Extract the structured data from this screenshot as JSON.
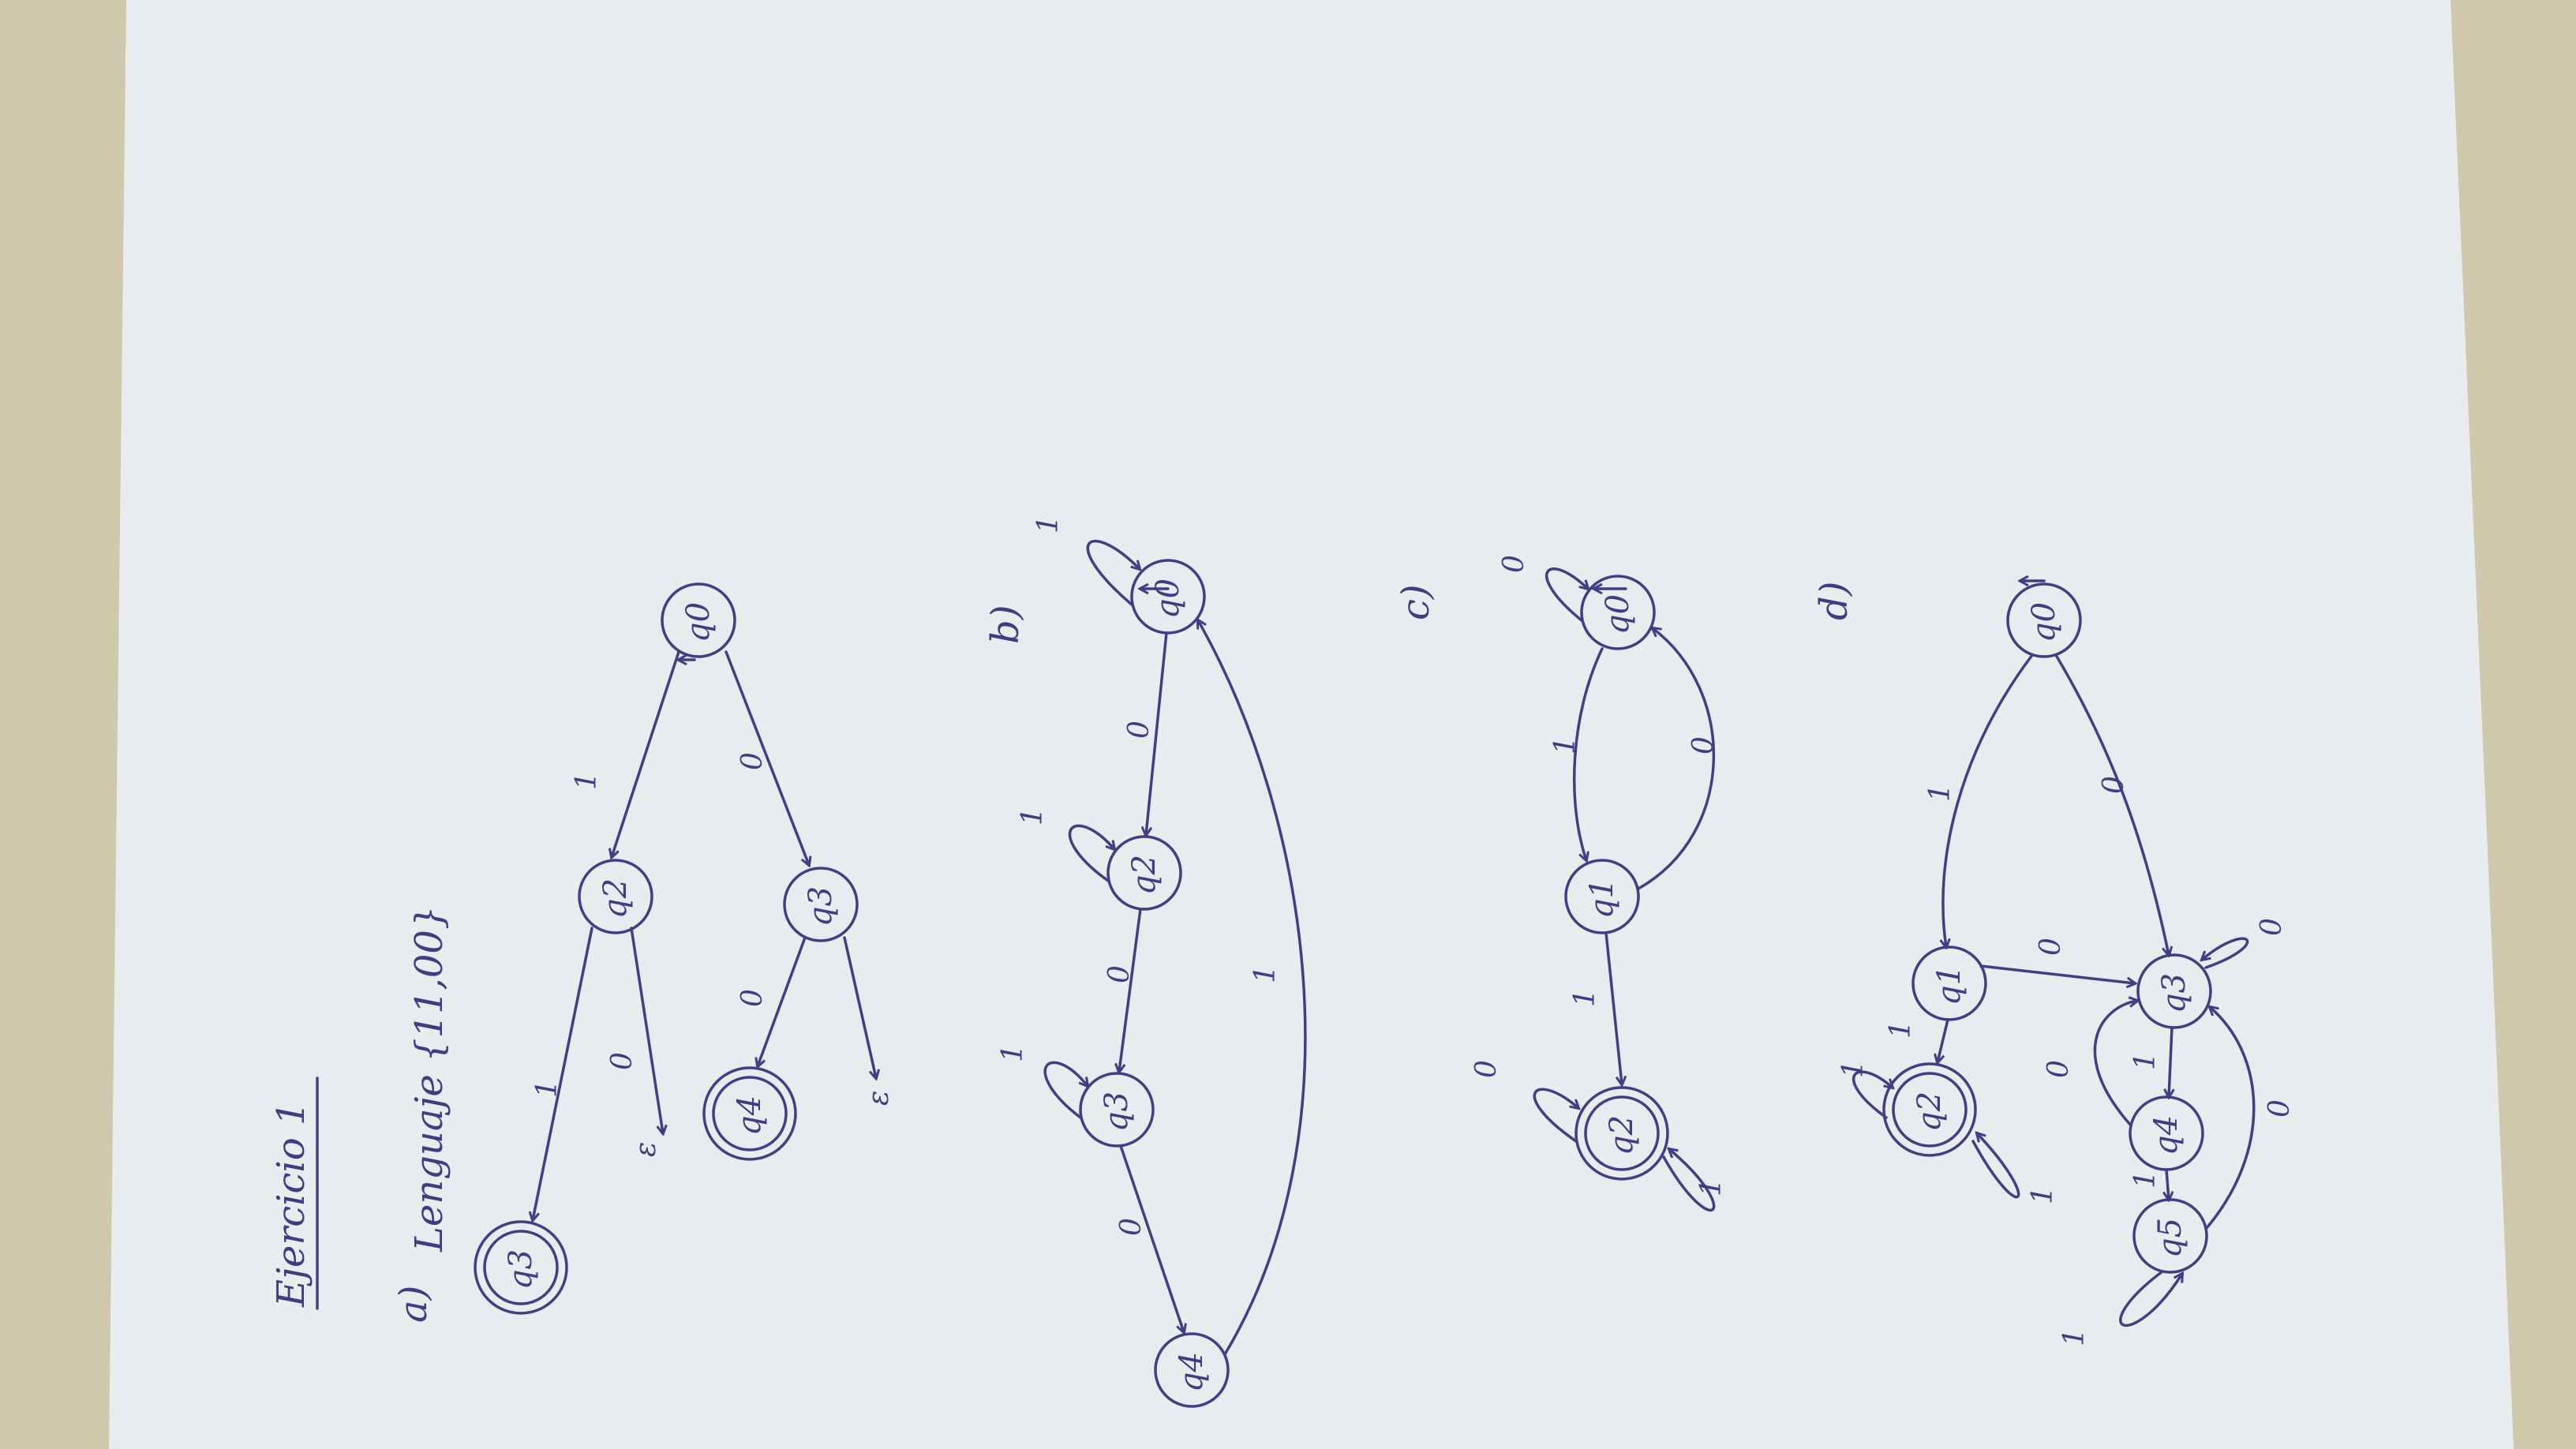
{
  "title": "Ejercicio 1",
  "parts": [
    {
      "id": "a",
      "label": "a)",
      "heading": "Lenguaje {11,00}",
      "states": [
        "q0",
        "q2",
        "q3",
        "q3",
        "q4"
      ],
      "accepting": [
        "q3",
        "q4"
      ],
      "edge_labels": [
        "1",
        "0",
        "1",
        "0",
        "0",
        "ε",
        "ε"
      ]
    },
    {
      "id": "b",
      "label": "b)",
      "states": [
        "q0",
        "q2",
        "q3",
        "q4"
      ],
      "edge_labels": [
        "1",
        "0",
        "1",
        "0",
        "1",
        "0",
        "1"
      ]
    },
    {
      "id": "c",
      "label": "c)",
      "states": [
        "q0",
        "q1",
        "q2"
      ],
      "accepting": [
        "q2"
      ],
      "edge_labels": [
        "0",
        "1",
        "0",
        "1",
        "0",
        "1"
      ]
    },
    {
      "id": "d",
      "label": "d)",
      "states": [
        "q0",
        "q1",
        "q2",
        "q3",
        "q4",
        "q5"
      ],
      "accepting": [
        "q2"
      ],
      "edge_labels": [
        "1",
        "0",
        "1",
        "0",
        "0",
        "1",
        "1",
        "1",
        "0",
        "0",
        "1",
        "1"
      ]
    }
  ]
}
